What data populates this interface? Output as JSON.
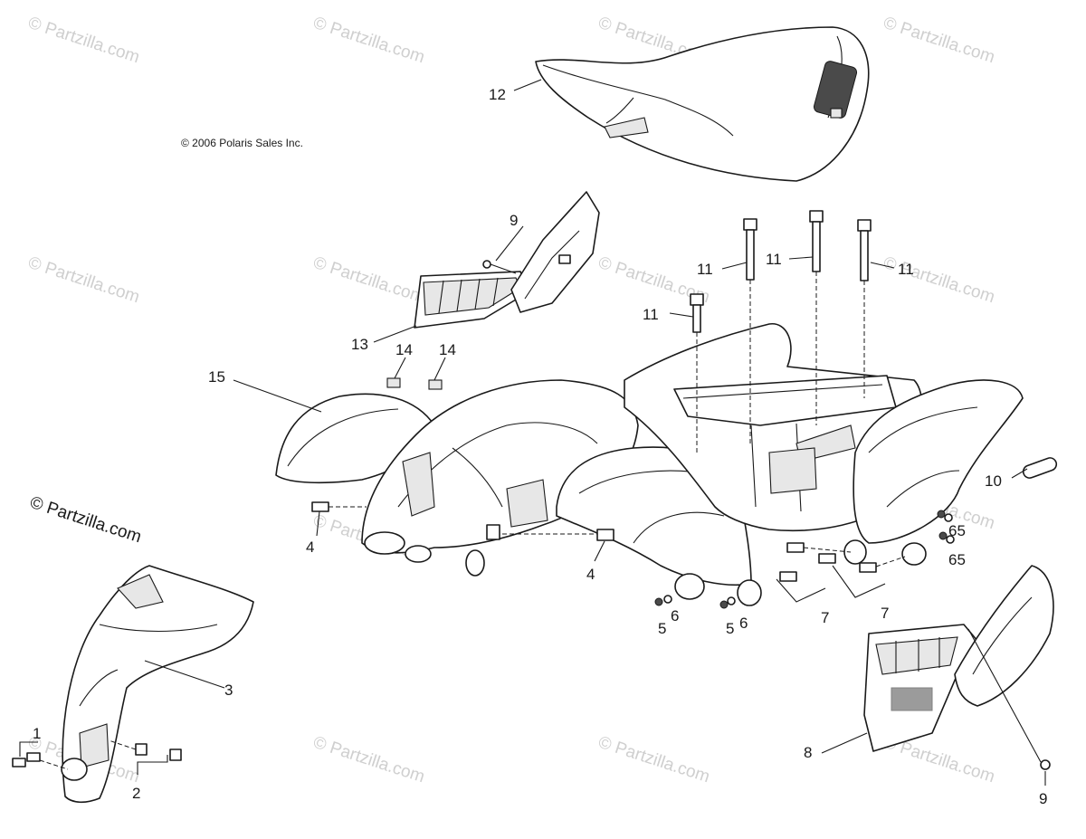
{
  "copyright": "© 2006 Polaris Sales Inc.",
  "watermark": "© Partzilla.com",
  "callouts": [
    "1",
    "2",
    "3",
    "4",
    "4",
    "5",
    "6",
    "5",
    "6",
    "7",
    "7",
    "65",
    "65",
    "8",
    "9",
    "9",
    "10",
    "11",
    "11",
    "11",
    "11",
    "12",
    "13",
    "14",
    "14",
    "15"
  ]
}
